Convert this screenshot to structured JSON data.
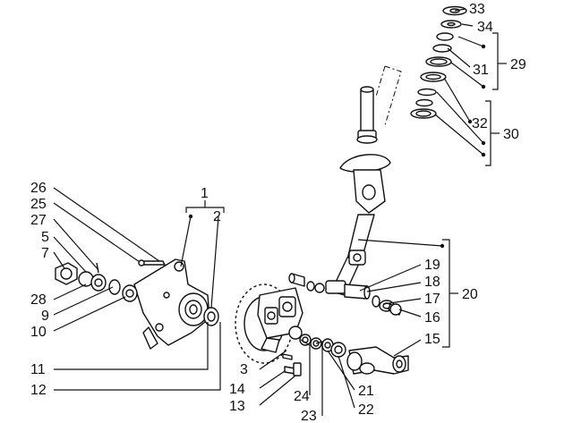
{
  "diagram": {
    "callouts": {
      "n1": "1",
      "n2": "2",
      "n3": "3",
      "n5": "5",
      "n7": "7",
      "n9": "9",
      "n10": "10",
      "n11": "11",
      "n12": "12",
      "n13": "13",
      "n14": "14",
      "n15": "15",
      "n16": "16",
      "n17": "17",
      "n18": "18",
      "n19": "19",
      "n20": "20",
      "n21": "21",
      "n22": "22",
      "n23": "23",
      "n24": "24",
      "n25": "25",
      "n26": "26",
      "n27": "27",
      "n28": "28",
      "n29": "29",
      "n30": "30",
      "n31": "31",
      "n32": "32",
      "n33": "33",
      "n34": "34"
    },
    "line_color": "#111111",
    "background": "#ffffff"
  }
}
